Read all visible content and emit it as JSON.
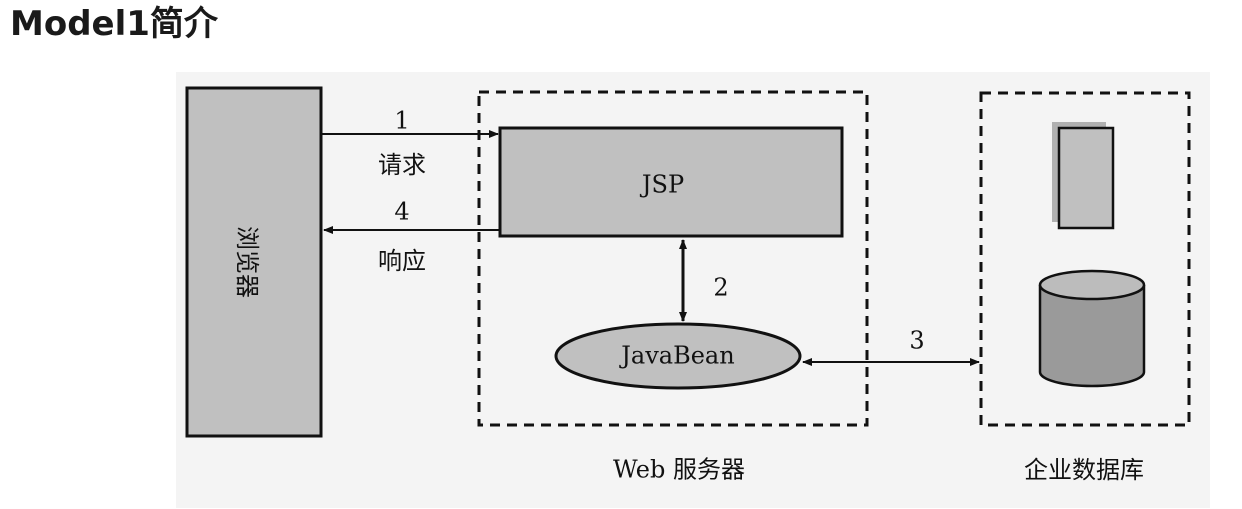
{
  "header": {
    "title": "Model1简介"
  },
  "diagram": {
    "browser": {
      "label": "浏览器"
    },
    "web_server": {
      "caption": "Web 服务器",
      "jsp_label": "JSP",
      "javabean_label": "JavaBean"
    },
    "enterprise_db": {
      "caption": "企业数据库"
    },
    "arrows": {
      "request": {
        "number": "1",
        "label": "请求"
      },
      "response": {
        "number": "4",
        "label": "响应"
      },
      "jsp_bean": {
        "number": "2"
      },
      "bean_db": {
        "number": "3"
      }
    },
    "colors": {
      "box_fill": "#c0c0c0",
      "cylinder_fill": "#9a9a9a",
      "stroke": "#111111",
      "background": "#f4f4f4"
    }
  }
}
